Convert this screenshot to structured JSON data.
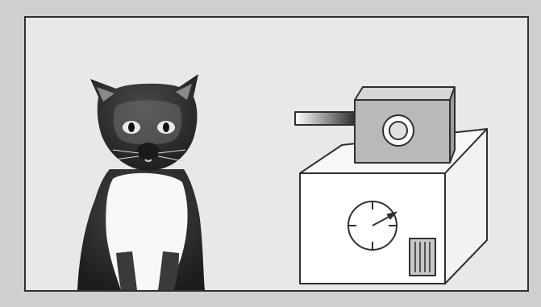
{
  "scene": {
    "subject": "cat",
    "apparatus": "box-with-camera",
    "colors": {
      "background": "#cfcfcf",
      "panel": "#e8e8e8",
      "outline": "#2f2f2f",
      "box_face": "#ffffff",
      "box_side": "#f2f2f2",
      "camera_front": "#b9b9b9",
      "camera_top": "#d6d6d6",
      "camera_side": "#9c9c9c"
    },
    "icons": [
      "cat-figure",
      "camera-icon",
      "clock-icon",
      "vent-icon"
    ]
  }
}
